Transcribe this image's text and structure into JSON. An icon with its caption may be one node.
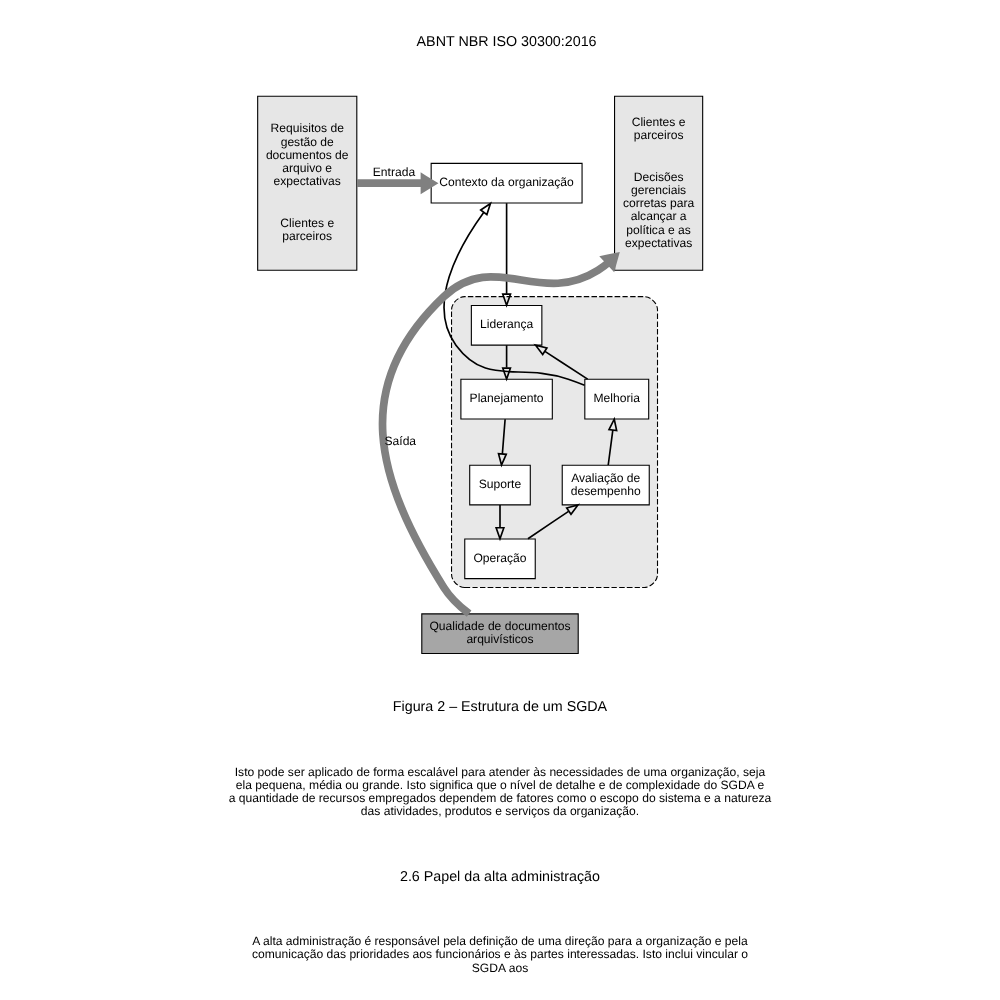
{
  "diagram": {
    "nodes": [
      {
        "text": [
          "Requisitos de gestão de documentos de arquivo e expectativas",
          "Clientes e parceiros"
        ]
      },
      {
        "text": [],
        "shape": "ellipse"
      },
      {
        "text": [
          "Contexto da organização"
        ]
      },
      {
        "text": [
          "Liderança"
        ],
        "in": 1
      },
      {
        "text": [
          "Planejamento"
        ],
        "in": 1
      },
      {
        "text": [
          "Melhoria"
        ],
        "in": 1
      },
      {
        "text": [
          "Suporte"
        ],
        "in": 1
      },
      {
        "text": [
          "Avaliação de desempenho"
        ],
        "in": 1
      },
      {
        "text": [
          "Operação"
        ],
        "in": 1
      },
      {
        "text": [
          "Qualidade de documentos arquivísticos"
        ]
      },
      {
        "text": [
          "Clientes e parceiros",
          "Decisões gerenciais corretas para alcançar a política e as expectativas"
        ]
      }
    ],
    "edges": [
      {
        "from": 0,
        "to": 2,
        "arrow": "to",
        "label": "Entrada",
        "style": "thick",
        "color": "#808080"
      },
      {
        "from": 2,
        "to": 3,
        "arrow": "to"
      },
      {
        "from": 3,
        "to": 4,
        "arrow": "to"
      },
      {
        "from": 4,
        "to": 6,
        "arrow": "to"
      },
      {
        "from": 6,
        "to": 8,
        "arrow": "to"
      },
      {
        "from": 8,
        "to": 7,
        "arrow": "to"
      },
      {
        "from": 7,
        "to": 5,
        "arrow": "to"
      },
      {
        "from": 5,
        "to": 3,
        "arrow": "to"
      },
      {
        "from": 5,
        "to": 2,
        "arrow": "to"
      },
      {
        "from": 9,
        "to": 10,
        "arrow": "to",
        "label": "Saída",
        "style": "thick",
        "color": "#808080"
      }
    ],
    "labels": [
      "ABNT NBR ISO 30300:2016",
      "Figura 2 – Estrutura de um SGDA",
      "Isto pode ser aplicado de forma escalável para atender às necessidades de uma organização, seja ela pequena, média ou grande. Isto significa que o nível de detalhe e de complexidade do SGDA e a quantidade de recursos empregados dependem de fatores como o escopo do sistema e a natureza das atividades, produtos e serviços da organização.",
      "2.6 Papel da alta administração",
      "A alta administração é responsável pela definição de uma direção para a organização e pela comunicação das prioridades aos funcionários e às partes interessadas. Isto inclui vincular o SGDA aos"
    ]
  }
}
